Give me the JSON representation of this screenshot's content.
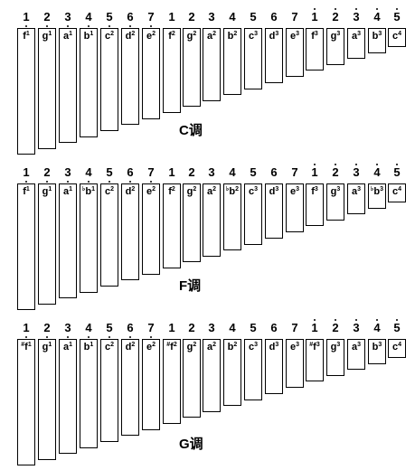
{
  "columns": [
    {
      "num": "1",
      "dot": "low"
    },
    {
      "num": "2",
      "dot": "low"
    },
    {
      "num": "3",
      "dot": "low"
    },
    {
      "num": "4",
      "dot": "low"
    },
    {
      "num": "5",
      "dot": "low"
    },
    {
      "num": "6",
      "dot": "low"
    },
    {
      "num": "7",
      "dot": "low"
    },
    {
      "num": "1",
      "dot": ""
    },
    {
      "num": "2",
      "dot": ""
    },
    {
      "num": "3",
      "dot": ""
    },
    {
      "num": "4",
      "dot": ""
    },
    {
      "num": "5",
      "dot": ""
    },
    {
      "num": "6",
      "dot": ""
    },
    {
      "num": "7",
      "dot": ""
    },
    {
      "num": "1",
      "dot": "high"
    },
    {
      "num": "2",
      "dot": "high"
    },
    {
      "num": "3",
      "dot": "high"
    },
    {
      "num": "4",
      "dot": "high"
    },
    {
      "num": "5",
      "dot": "high"
    }
  ],
  "panels": [
    {
      "key_label": "C调",
      "bars": [
        {
          "note": "f",
          "oct": "1",
          "acc": ""
        },
        {
          "note": "g",
          "oct": "1",
          "acc": ""
        },
        {
          "note": "a",
          "oct": "1",
          "acc": ""
        },
        {
          "note": "b",
          "oct": "1",
          "acc": ""
        },
        {
          "note": "c",
          "oct": "2",
          "acc": ""
        },
        {
          "note": "d",
          "oct": "2",
          "acc": ""
        },
        {
          "note": "e",
          "oct": "2",
          "acc": ""
        },
        {
          "note": "f",
          "oct": "2",
          "acc": ""
        },
        {
          "note": "g",
          "oct": "2",
          "acc": ""
        },
        {
          "note": "a",
          "oct": "2",
          "acc": ""
        },
        {
          "note": "b",
          "oct": "2",
          "acc": ""
        },
        {
          "note": "c",
          "oct": "3",
          "acc": ""
        },
        {
          "note": "d",
          "oct": "3",
          "acc": ""
        },
        {
          "note": "e",
          "oct": "3",
          "acc": ""
        },
        {
          "note": "f",
          "oct": "3",
          "acc": ""
        },
        {
          "note": "g",
          "oct": "3",
          "acc": ""
        },
        {
          "note": "a",
          "oct": "3",
          "acc": ""
        },
        {
          "note": "b",
          "oct": "3",
          "acc": ""
        },
        {
          "note": "c",
          "oct": "4",
          "acc": ""
        }
      ]
    },
    {
      "key_label": "F调",
      "bars": [
        {
          "note": "f",
          "oct": "1",
          "acc": ""
        },
        {
          "note": "g",
          "oct": "1",
          "acc": ""
        },
        {
          "note": "a",
          "oct": "1",
          "acc": ""
        },
        {
          "note": "b",
          "oct": "1",
          "acc": "♭"
        },
        {
          "note": "c",
          "oct": "2",
          "acc": ""
        },
        {
          "note": "d",
          "oct": "2",
          "acc": ""
        },
        {
          "note": "e",
          "oct": "2",
          "acc": ""
        },
        {
          "note": "f",
          "oct": "2",
          "acc": ""
        },
        {
          "note": "g",
          "oct": "2",
          "acc": ""
        },
        {
          "note": "a",
          "oct": "2",
          "acc": ""
        },
        {
          "note": "b",
          "oct": "2",
          "acc": "♭"
        },
        {
          "note": "c",
          "oct": "3",
          "acc": ""
        },
        {
          "note": "d",
          "oct": "3",
          "acc": ""
        },
        {
          "note": "e",
          "oct": "3",
          "acc": ""
        },
        {
          "note": "f",
          "oct": "3",
          "acc": ""
        },
        {
          "note": "g",
          "oct": "3",
          "acc": ""
        },
        {
          "note": "a",
          "oct": "3",
          "acc": ""
        },
        {
          "note": "b",
          "oct": "3",
          "acc": "♭"
        },
        {
          "note": "c",
          "oct": "4",
          "acc": ""
        }
      ]
    },
    {
      "key_label": "G调",
      "bars": [
        {
          "note": "f",
          "oct": "1",
          "acc": "#"
        },
        {
          "note": "g",
          "oct": "1",
          "acc": ""
        },
        {
          "note": "a",
          "oct": "1",
          "acc": ""
        },
        {
          "note": "b",
          "oct": "1",
          "acc": ""
        },
        {
          "note": "c",
          "oct": "2",
          "acc": ""
        },
        {
          "note": "d",
          "oct": "2",
          "acc": ""
        },
        {
          "note": "e",
          "oct": "2",
          "acc": ""
        },
        {
          "note": "f",
          "oct": "2",
          "acc": "#"
        },
        {
          "note": "g",
          "oct": "2",
          "acc": ""
        },
        {
          "note": "a",
          "oct": "2",
          "acc": ""
        },
        {
          "note": "b",
          "oct": "2",
          "acc": ""
        },
        {
          "note": "c",
          "oct": "3",
          "acc": ""
        },
        {
          "note": "d",
          "oct": "3",
          "acc": ""
        },
        {
          "note": "e",
          "oct": "3",
          "acc": ""
        },
        {
          "note": "f",
          "oct": "3",
          "acc": "#"
        },
        {
          "note": "g",
          "oct": "3",
          "acc": ""
        },
        {
          "note": "a",
          "oct": "3",
          "acc": ""
        },
        {
          "note": "b",
          "oct": "3",
          "acc": ""
        },
        {
          "note": "c",
          "oct": "4",
          "acc": ""
        }
      ]
    }
  ]
}
